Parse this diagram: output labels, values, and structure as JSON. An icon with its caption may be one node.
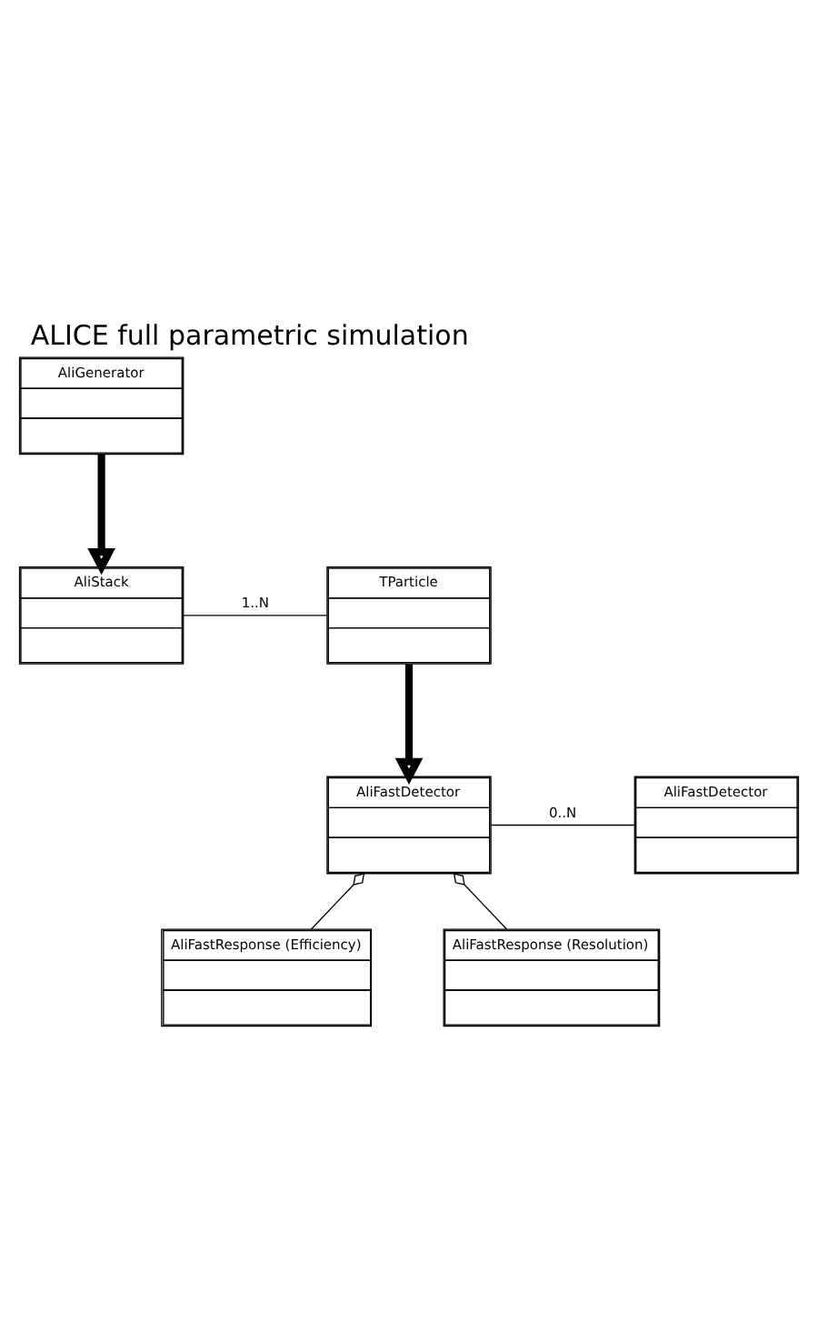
{
  "diagram": {
    "title": "ALICE full parametric simulation",
    "nodes": [
      {
        "text": [
          "AliGenerator"
        ]
      },
      {
        "text": [
          "AliStack"
        ]
      },
      {
        "text": [
          "TParticle"
        ]
      },
      {
        "text": [
          "AliFastDetector"
        ]
      },
      {
        "text": [
          "AliFastDetector"
        ]
      },
      {
        "text": [
          "AliFastResponse (Efficiency)"
        ]
      },
      {
        "text": [
          "AliFastResponse (Resolution)"
        ]
      }
    ],
    "edges": [
      {
        "from": 0,
        "to": 1,
        "arrow": "to",
        "style": "thick"
      },
      {
        "from": 1,
        "to": 2,
        "arrow": "none",
        "label": "1..N"
      },
      {
        "from": 2,
        "to": 3,
        "arrow": "to",
        "style": "thick"
      },
      {
        "from": 3,
        "to": 4,
        "arrow": "none",
        "label": "0..N"
      },
      {
        "from": 3,
        "to": 5,
        "arrow": "other"
      },
      {
        "from": 3,
        "to": 6,
        "arrow": "other"
      }
    ]
  }
}
